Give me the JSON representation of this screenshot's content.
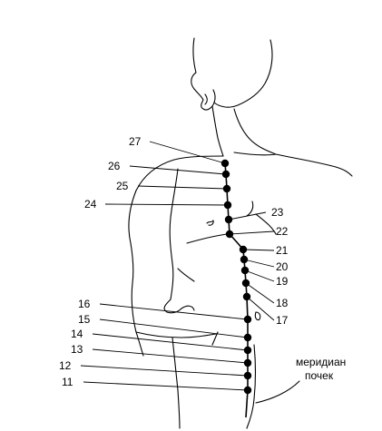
{
  "points": [
    {
      "id": "27",
      "label": "27"
    },
    {
      "id": "26",
      "label": "26"
    },
    {
      "id": "25",
      "label": "25"
    },
    {
      "id": "24",
      "label": "24"
    },
    {
      "id": "23",
      "label": "23"
    },
    {
      "id": "22",
      "label": "22"
    },
    {
      "id": "21",
      "label": "21"
    },
    {
      "id": "20",
      "label": "20"
    },
    {
      "id": "19",
      "label": "19"
    },
    {
      "id": "18",
      "label": "18"
    },
    {
      "id": "17",
      "label": "17"
    },
    {
      "id": "16",
      "label": "16"
    },
    {
      "id": "15",
      "label": "15"
    },
    {
      "id": "14",
      "label": "14"
    },
    {
      "id": "13",
      "label": "13"
    },
    {
      "id": "12",
      "label": "12"
    },
    {
      "id": "11",
      "label": "11"
    }
  ],
  "caption": {
    "line1": "меридиан",
    "line2": "почек"
  }
}
